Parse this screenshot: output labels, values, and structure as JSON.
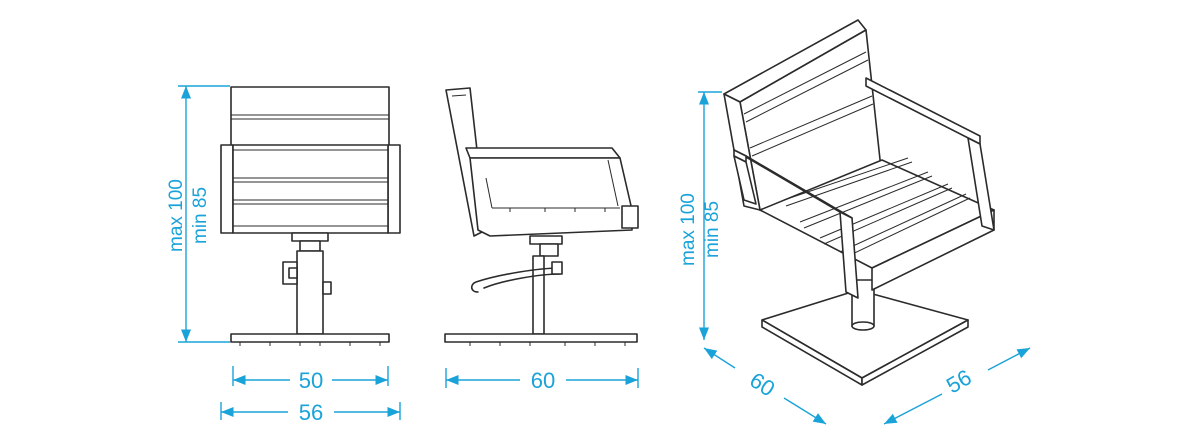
{
  "dimensions": {
    "front_height_max": "max 100",
    "front_height_min": "min 85",
    "front_seat_width": "50",
    "front_total_width": "56",
    "side_depth": "60",
    "iso_height_max": "max 100",
    "iso_height_min": "min 85",
    "iso_depth": "60",
    "iso_width": "56"
  },
  "colors": {
    "dimension": "#1aa3d9",
    "outline": "#2b2b2b"
  }
}
